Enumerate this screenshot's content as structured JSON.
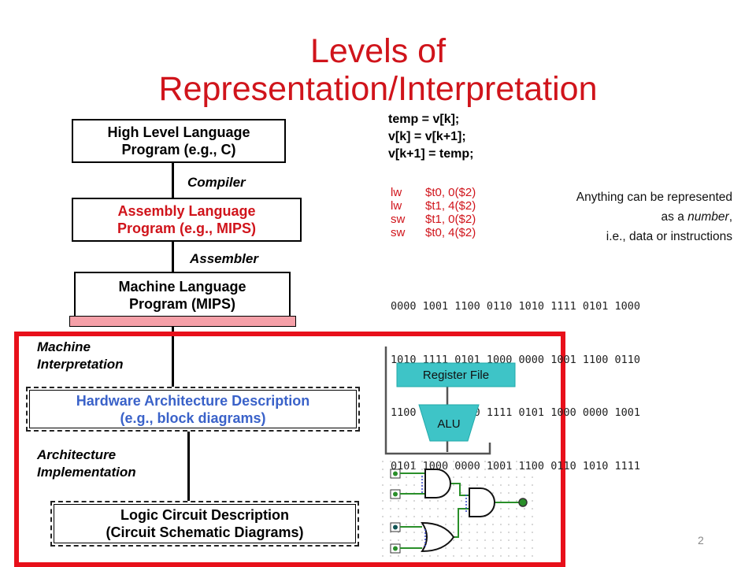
{
  "slide": {
    "title_line1": "Levels of",
    "title_line2": "Representation/Interpretation",
    "page_number": "2"
  },
  "levels": {
    "high_level": {
      "line1": "High Level Language",
      "line2": "Program (e.g., C)"
    },
    "compiler": "Compiler",
    "assembly": {
      "line1": "Assembly  Language",
      "line2": "Program (e.g., MIPS)"
    },
    "assembler": "Assembler",
    "machine": {
      "line1": "Machine  Language",
      "line2": "Program (MIPS)"
    },
    "machine_interpretation": {
      "line1": "Machine",
      "line2": "Interpretation"
    },
    "hardware": {
      "line1": "Hardware Architecture Description",
      "line2": "(e.g., block diagrams)"
    },
    "architecture_impl": {
      "line1": "Architecture",
      "line2": "Implementation"
    },
    "logic": {
      "line1": "Logic Circuit Description",
      "line2": "(Circuit Schematic Diagrams)"
    }
  },
  "c_code": [
    "temp = v[k];",
    "v[k] = v[k+1];",
    "v[k+1] = temp;"
  ],
  "asm_code": [
    {
      "op": "lw",
      "args": "$t0, 0($2)"
    },
    {
      "op": "lw",
      "args": "$t1, 4($2)"
    },
    {
      "op": "sw",
      "args": "$t1, 0($2)"
    },
    {
      "op": "sw",
      "args": "$t0, 4($2)"
    }
  ],
  "machine_code": [
    "0000 1001 1100 0110 1010 1111 0101 1000",
    "1010 1111 0101 1000 0000 1001 1100 0110",
    "1100 0110 1010 1111 0101 1000 0000 1001",
    "0101 1000 0000 1001 1100 0110 1010 1111"
  ],
  "note": {
    "line1": "Anything can be represented",
    "line2_pre": "as a ",
    "line2_em": "number",
    "line2_post": ",",
    "line3": "i.e., data or instructions"
  },
  "block_diagram": {
    "register_file": "Register File",
    "alu": "ALU"
  },
  "colors": {
    "title_red": "#d0141b",
    "hardware_blue": "#3a62c9",
    "register_teal": "#3ec4c7",
    "highlight_frame": "#e8101a",
    "machine_bar": "#f5a0a8"
  }
}
